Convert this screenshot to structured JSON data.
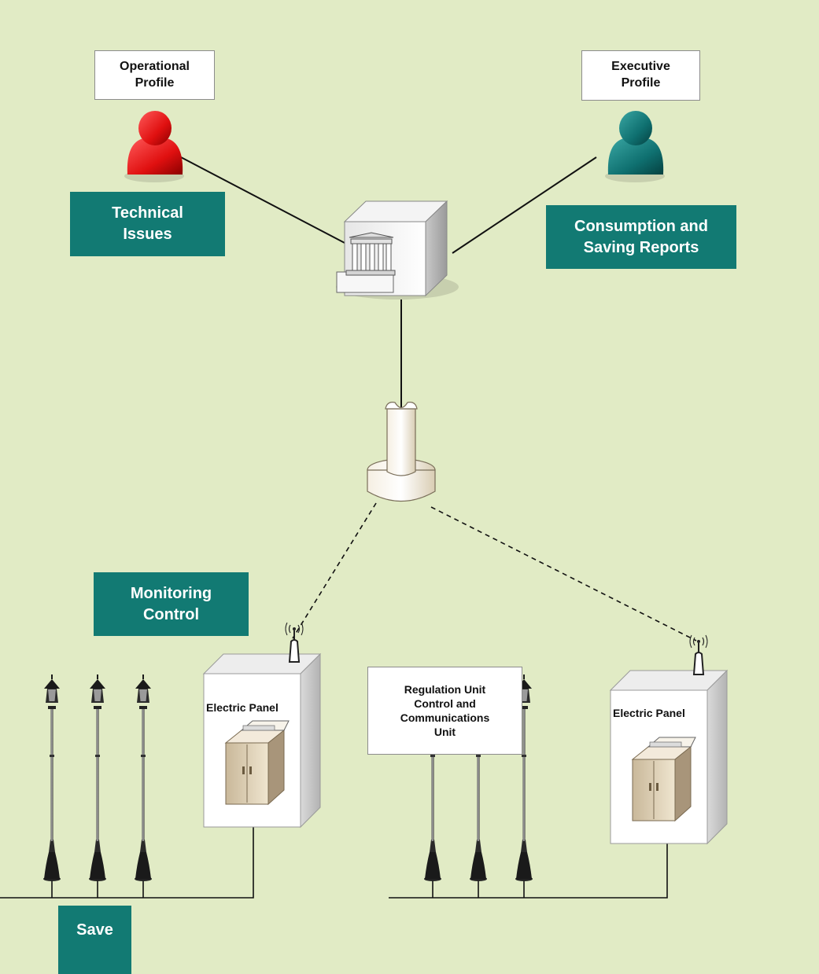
{
  "labels": {
    "operational_profile": "Operational\nProfile",
    "executive_profile": "Executive\nProfile",
    "technical_issues": "Technical\nIssues",
    "consumption_reports": "Consumption and\nSaving Reports",
    "monitoring_control": "Monitoring\nControl",
    "regulation_unit": "Regulation Unit\nControl and\nCommunications\nUnit",
    "save": "Save"
  },
  "panels": [
    {
      "caption": "Electric Panel"
    },
    {
      "caption": "Electric Panel"
    }
  ],
  "icons": {
    "operational_user": "user-icon",
    "executive_user": "user-icon",
    "server": "server-icon",
    "gateway": "gateway-antenna-icon",
    "antenna": "antenna-icon",
    "cabinet": "electrical-cabinet-icon",
    "lamp": "street-lamp-icon"
  },
  "colors": {
    "background": "#e1ebc5",
    "teal_label": "#127a73",
    "operational_user": "#e01010",
    "executive_user": "#0f7070"
  }
}
